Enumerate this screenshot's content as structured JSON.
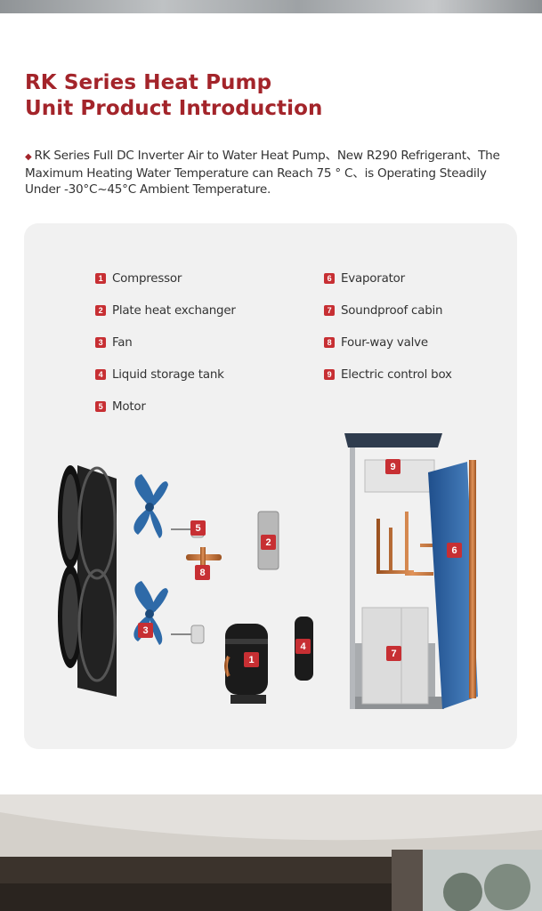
{
  "title": {
    "line1": "RK Series Heat Pump",
    "line2": "Unit Product Introduction"
  },
  "intro": {
    "bullet": "◆",
    "text": "RK Series Full DC Inverter Air to Water Heat Pump、New R290 Refrigerant、The Maximum Heating Water Temperature can Reach 75 ° C、is Operating Steadily Under -30°C~45°C  Ambient Temperature."
  },
  "components": {
    "left": [
      {
        "num": "1",
        "label": "Compressor"
      },
      {
        "num": "2",
        "label": "Plate heat exchanger"
      },
      {
        "num": "3",
        "label": "Fan"
      },
      {
        "num": "4",
        "label": "Liquid storage tank"
      },
      {
        "num": "5",
        "label": "Motor"
      }
    ],
    "right": [
      {
        "num": "6",
        "label": "Evaporator"
      },
      {
        "num": "7",
        "label": "Soundproof cabin"
      },
      {
        "num": "8",
        "label": "Four-way valve"
      },
      {
        "num": "9",
        "label": "Electric control box"
      }
    ]
  },
  "diagram_labels": {
    "n1": "1",
    "n2": "2",
    "n3": "3",
    "n4": "4",
    "n5": "5",
    "n6": "6",
    "n7": "7",
    "n8": "8",
    "n9": "9"
  },
  "colors": {
    "accent": "#a3242a",
    "badge": "#c72f33",
    "card_bg": "#f1f1f1",
    "fan_blue": "#3a6fa8",
    "copper": "#c8743a"
  }
}
